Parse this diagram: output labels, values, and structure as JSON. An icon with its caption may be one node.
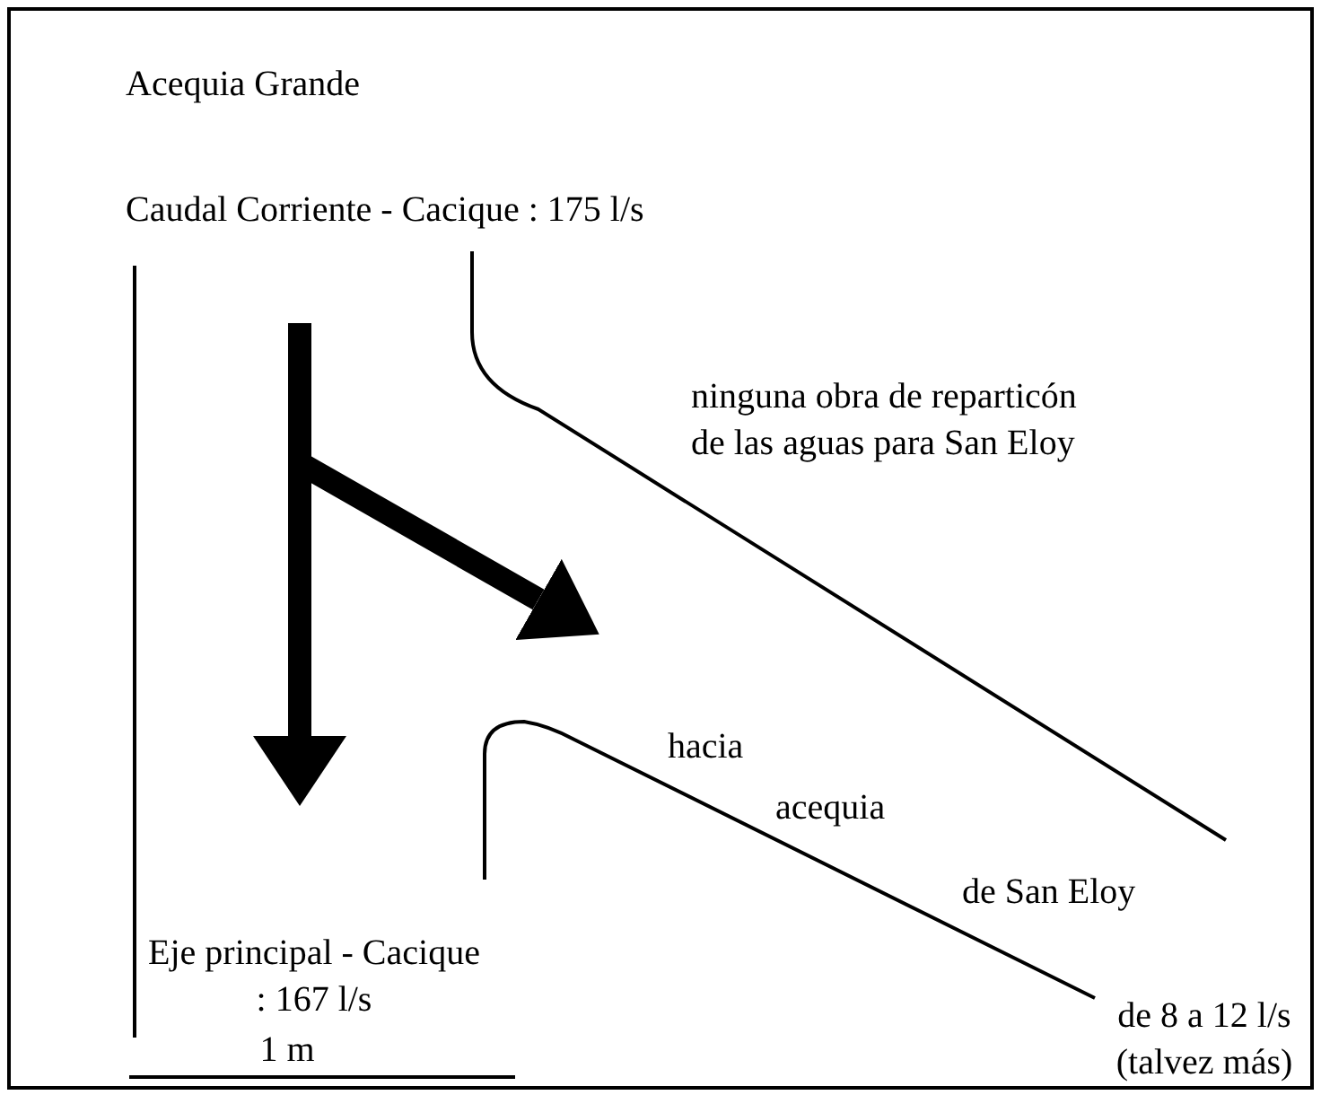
{
  "diagram": {
    "labels": [
      "Acequia Grande",
      "Caudal Corriente - Cacique :  175 l/s",
      "ninguna obra de reparticón de las aguas para San Eloy",
      "hacia",
      "acequia",
      "de San Eloy",
      "Eje principal - Cacique :  167 l/s",
      "1 m",
      "de 8 a 12 l/s (talvez más)"
    ]
  }
}
